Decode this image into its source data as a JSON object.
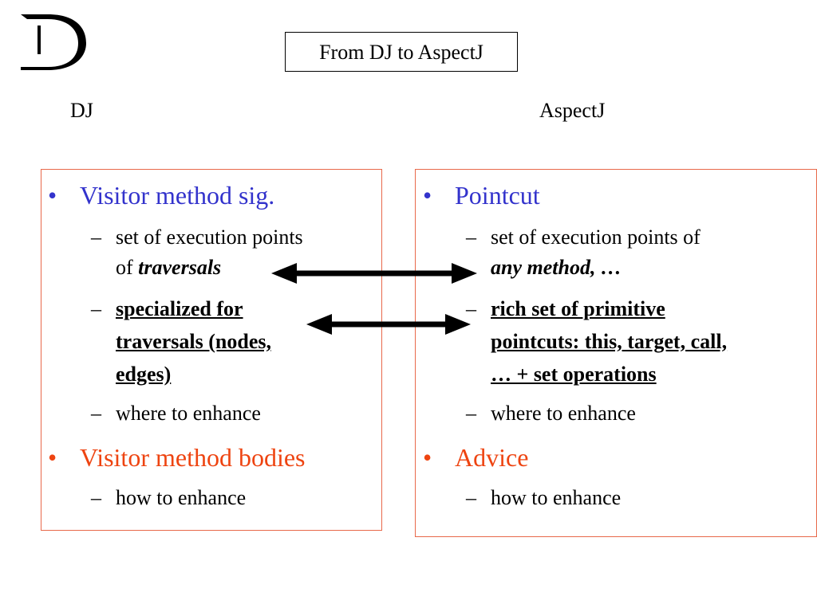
{
  "slide_title": "From DJ to AspectJ",
  "columns": {
    "left_heading": "DJ",
    "right_heading": "AspectJ"
  },
  "left_panel": {
    "bullet1": "Visitor method sig.",
    "sub1_line1": "set of execution points",
    "sub1_line2_prefix": "of ",
    "sub1_line2_emph": "traversals",
    "sub2_line1": "specialized for",
    "sub2_line2": "traversals (nodes,",
    "sub2_line3": "edges)",
    "sub3": "where to enhance",
    "bullet2": "Visitor method bodies",
    "sub4": "how to enhance"
  },
  "right_panel": {
    "bullet1": "Pointcut",
    "sub1_line1": "set of execution points of",
    "sub1_line2": "any method, …",
    "sub2_line1": "rich set of primitive",
    "sub2_line2": "pointcuts: this,  target, call,",
    "sub2_line3": "… + set operations",
    "sub3": "where to enhance",
    "bullet2": "Advice",
    "sub4": "how to enhance"
  },
  "glyphs": {
    "bullet": "•",
    "dash": "–"
  },
  "colors": {
    "blue_text": "#3333cc",
    "red_text": "#ee4411",
    "panel_border": "#e8694a"
  }
}
